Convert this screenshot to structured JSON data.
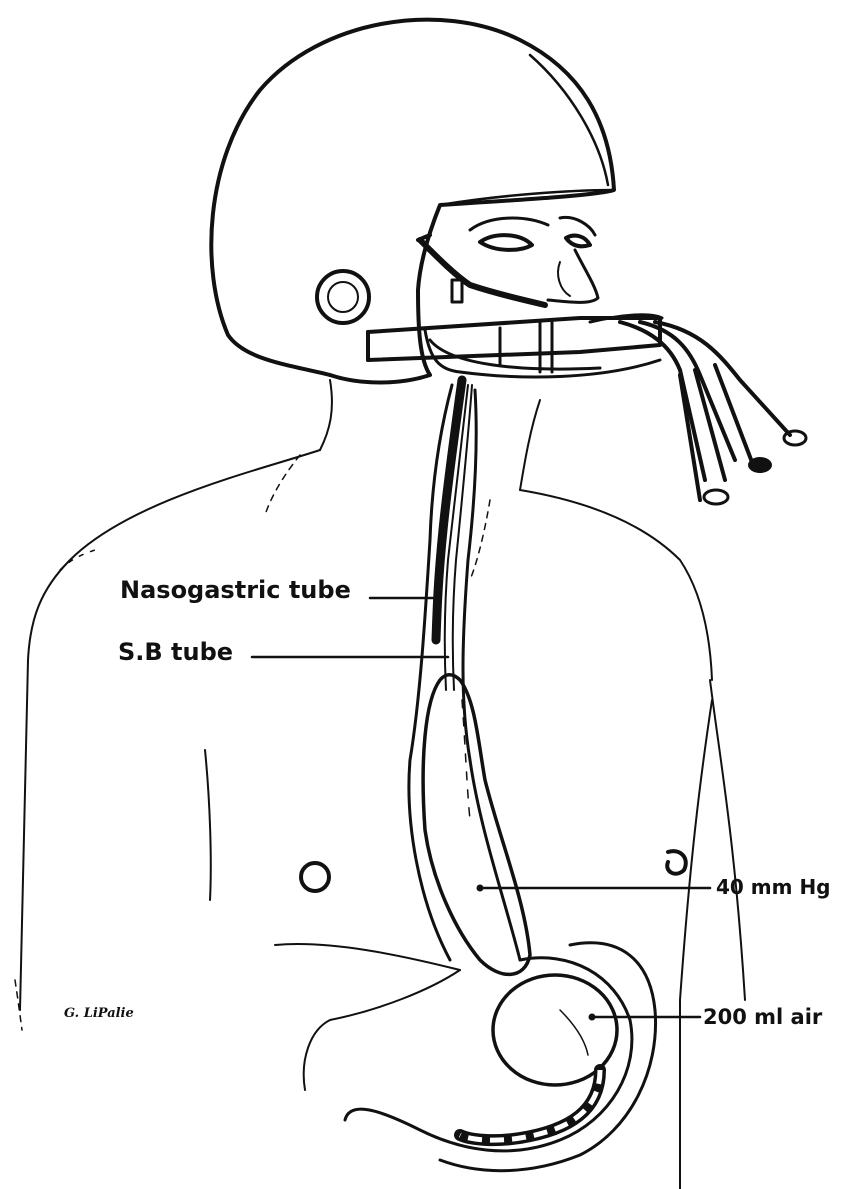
{
  "labels": {
    "nasogastric_tube": "Nasogastric tube",
    "sb_tube": "S.B tube",
    "esophageal_pressure": "40 mm Hg",
    "gastric_balloon": "200 ml air"
  },
  "signature": "G. LiPalie",
  "colors": {
    "ink": "#111111",
    "paper": "#ffffff"
  }
}
